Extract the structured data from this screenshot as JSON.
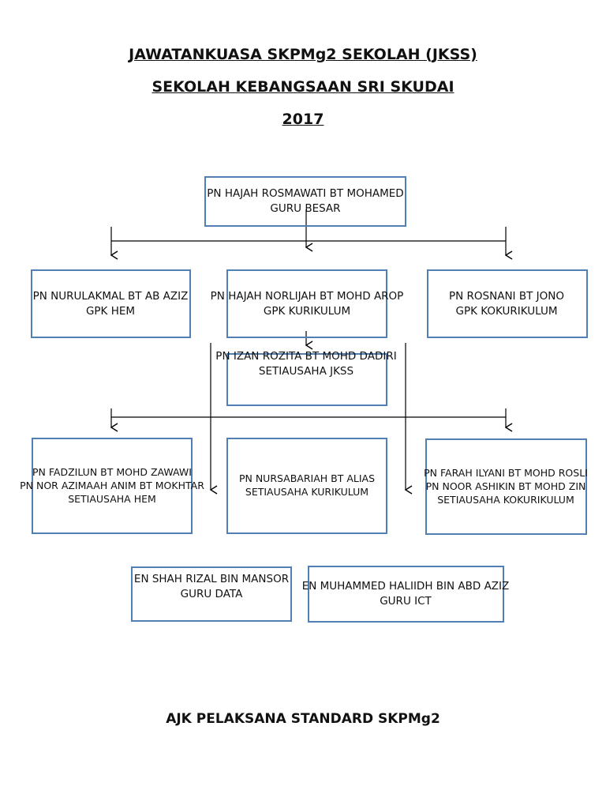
{
  "title": {
    "line1": "JAWATANKUASA SKPMg2 SEKOLAH (JKSS)",
    "line2": "SEKOLAH KEBANGSAAN SRI SKUDAI",
    "line3": "2017"
  },
  "nodes": {
    "guru_besar": {
      "name": "PN HAJAH ROSMAWATI BT MOHAMED",
      "role": "GURU BESAR"
    },
    "gpk_hem": {
      "name": "PN NURULAKMAL BT AB AZIZ",
      "role": "GPK HEM"
    },
    "gpk_kurikulum": {
      "name": "PN HAJAH NORLIJAH BT MOHD AROP",
      "role": "GPK KURIKULUM"
    },
    "gpk_kokurikulum": {
      "name": "PN ROSNANI BT JONO",
      "role": "GPK KOKURIKULUM"
    },
    "setiausaha_jkss": {
      "name": "PN IZAN ROZITA BT MOHD DADIRI",
      "role": "SETIAUSAHA JKSS"
    },
    "setiausaha_hem": {
      "name1": "PN FADZILUN BT MOHD ZAWAWI",
      "name2": "PN NOR AZIMAAH ANIM BT MOKHTAR",
      "role": "SETIAUSAHA HEM"
    },
    "setiausaha_kurikulum": {
      "name": "PN NURSABARIAH BT ALIAS",
      "role": "SETIAUSAHA KURIKULUM"
    },
    "setiausaha_kokurikulum": {
      "name1": "PN FARAH ILYANI BT MOHD ROSLI",
      "name2": "PN NOOR ASHIKIN BT MOHD ZIN",
      "role": "SETIAUSAHA KOKURIKULUM"
    },
    "guru_data": {
      "name": "EN SHAH RIZAL BIN MANSOR",
      "role": "GURU DATA"
    },
    "guru_ict": {
      "name": "EN MUHAMMED HALIIDH BIN ABD AZIZ",
      "role": "GURU ICT"
    }
  },
  "footer": "AJK PELAKSANA STANDARD SKPMg2"
}
